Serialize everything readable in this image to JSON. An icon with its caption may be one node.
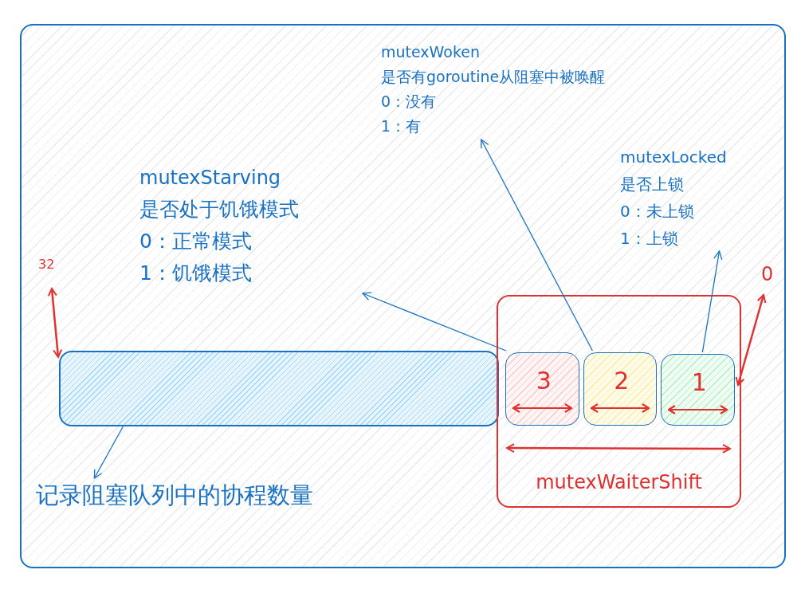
{
  "diagram": {
    "nodes": [
      {
        "text": [],
        "shape": "bar"
      },
      {
        "text": [
          "mutexWaiterShift"
        ]
      },
      {
        "text": [
          "3"
        ],
        "in": 1
      },
      {
        "text": [
          "2"
        ],
        "in": 1
      },
      {
        "text": [
          "1"
        ],
        "in": 1
      },
      {
        "text": [
          "mutexStarving",
          "是否处于饥饿模式",
          "0：正常模式",
          "1：饥饿模式"
        ]
      },
      {
        "text": [
          "mutexWoken",
          "是否有goroutine从阻塞中被唤醒",
          "0：没有",
          "1：有"
        ]
      },
      {
        "text": [
          "mutexLocked",
          "是否上锁",
          "0：未上锁",
          "1：上锁"
        ]
      },
      {
        "text": [
          "记录阻塞队列中的协程数量"
        ]
      }
    ],
    "edges": [
      {
        "from": 2,
        "to": 5,
        "arrow": "to"
      },
      {
        "from": 3,
        "to": 6,
        "arrow": "to"
      },
      {
        "from": 4,
        "to": 7,
        "arrow": "to"
      },
      {
        "from": 0,
        "to": 8,
        "arrow": "to"
      }
    ],
    "labels": [
      "32",
      "0"
    ]
  }
}
